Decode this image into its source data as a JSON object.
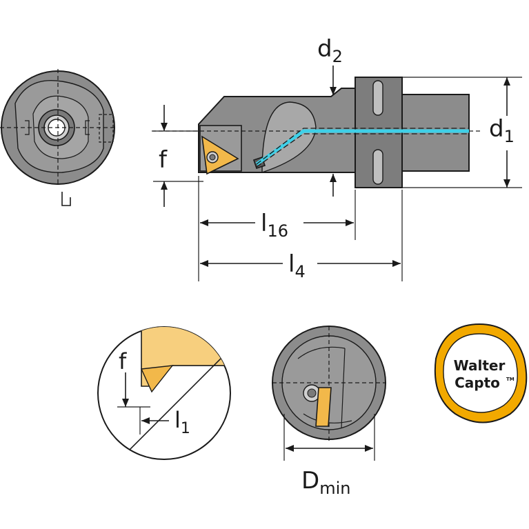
{
  "labels": {
    "d": "d",
    "d2_sub": "2",
    "d1_sub": "1",
    "f": "f",
    "f_detail": "f",
    "l": "l",
    "l16_sub": "16",
    "l4_sub": "4",
    "l1_sub": "1",
    "D": "D",
    "Dmin_sub": "min"
  },
  "logo": {
    "line1": "Walter",
    "line2": "Capto",
    "tm": "TM"
  },
  "colors": {
    "body": "#8c8c8c",
    "coolant": "#3fd0e8",
    "insert": "#f2b84a",
    "logo_ring": "#f2a900"
  }
}
